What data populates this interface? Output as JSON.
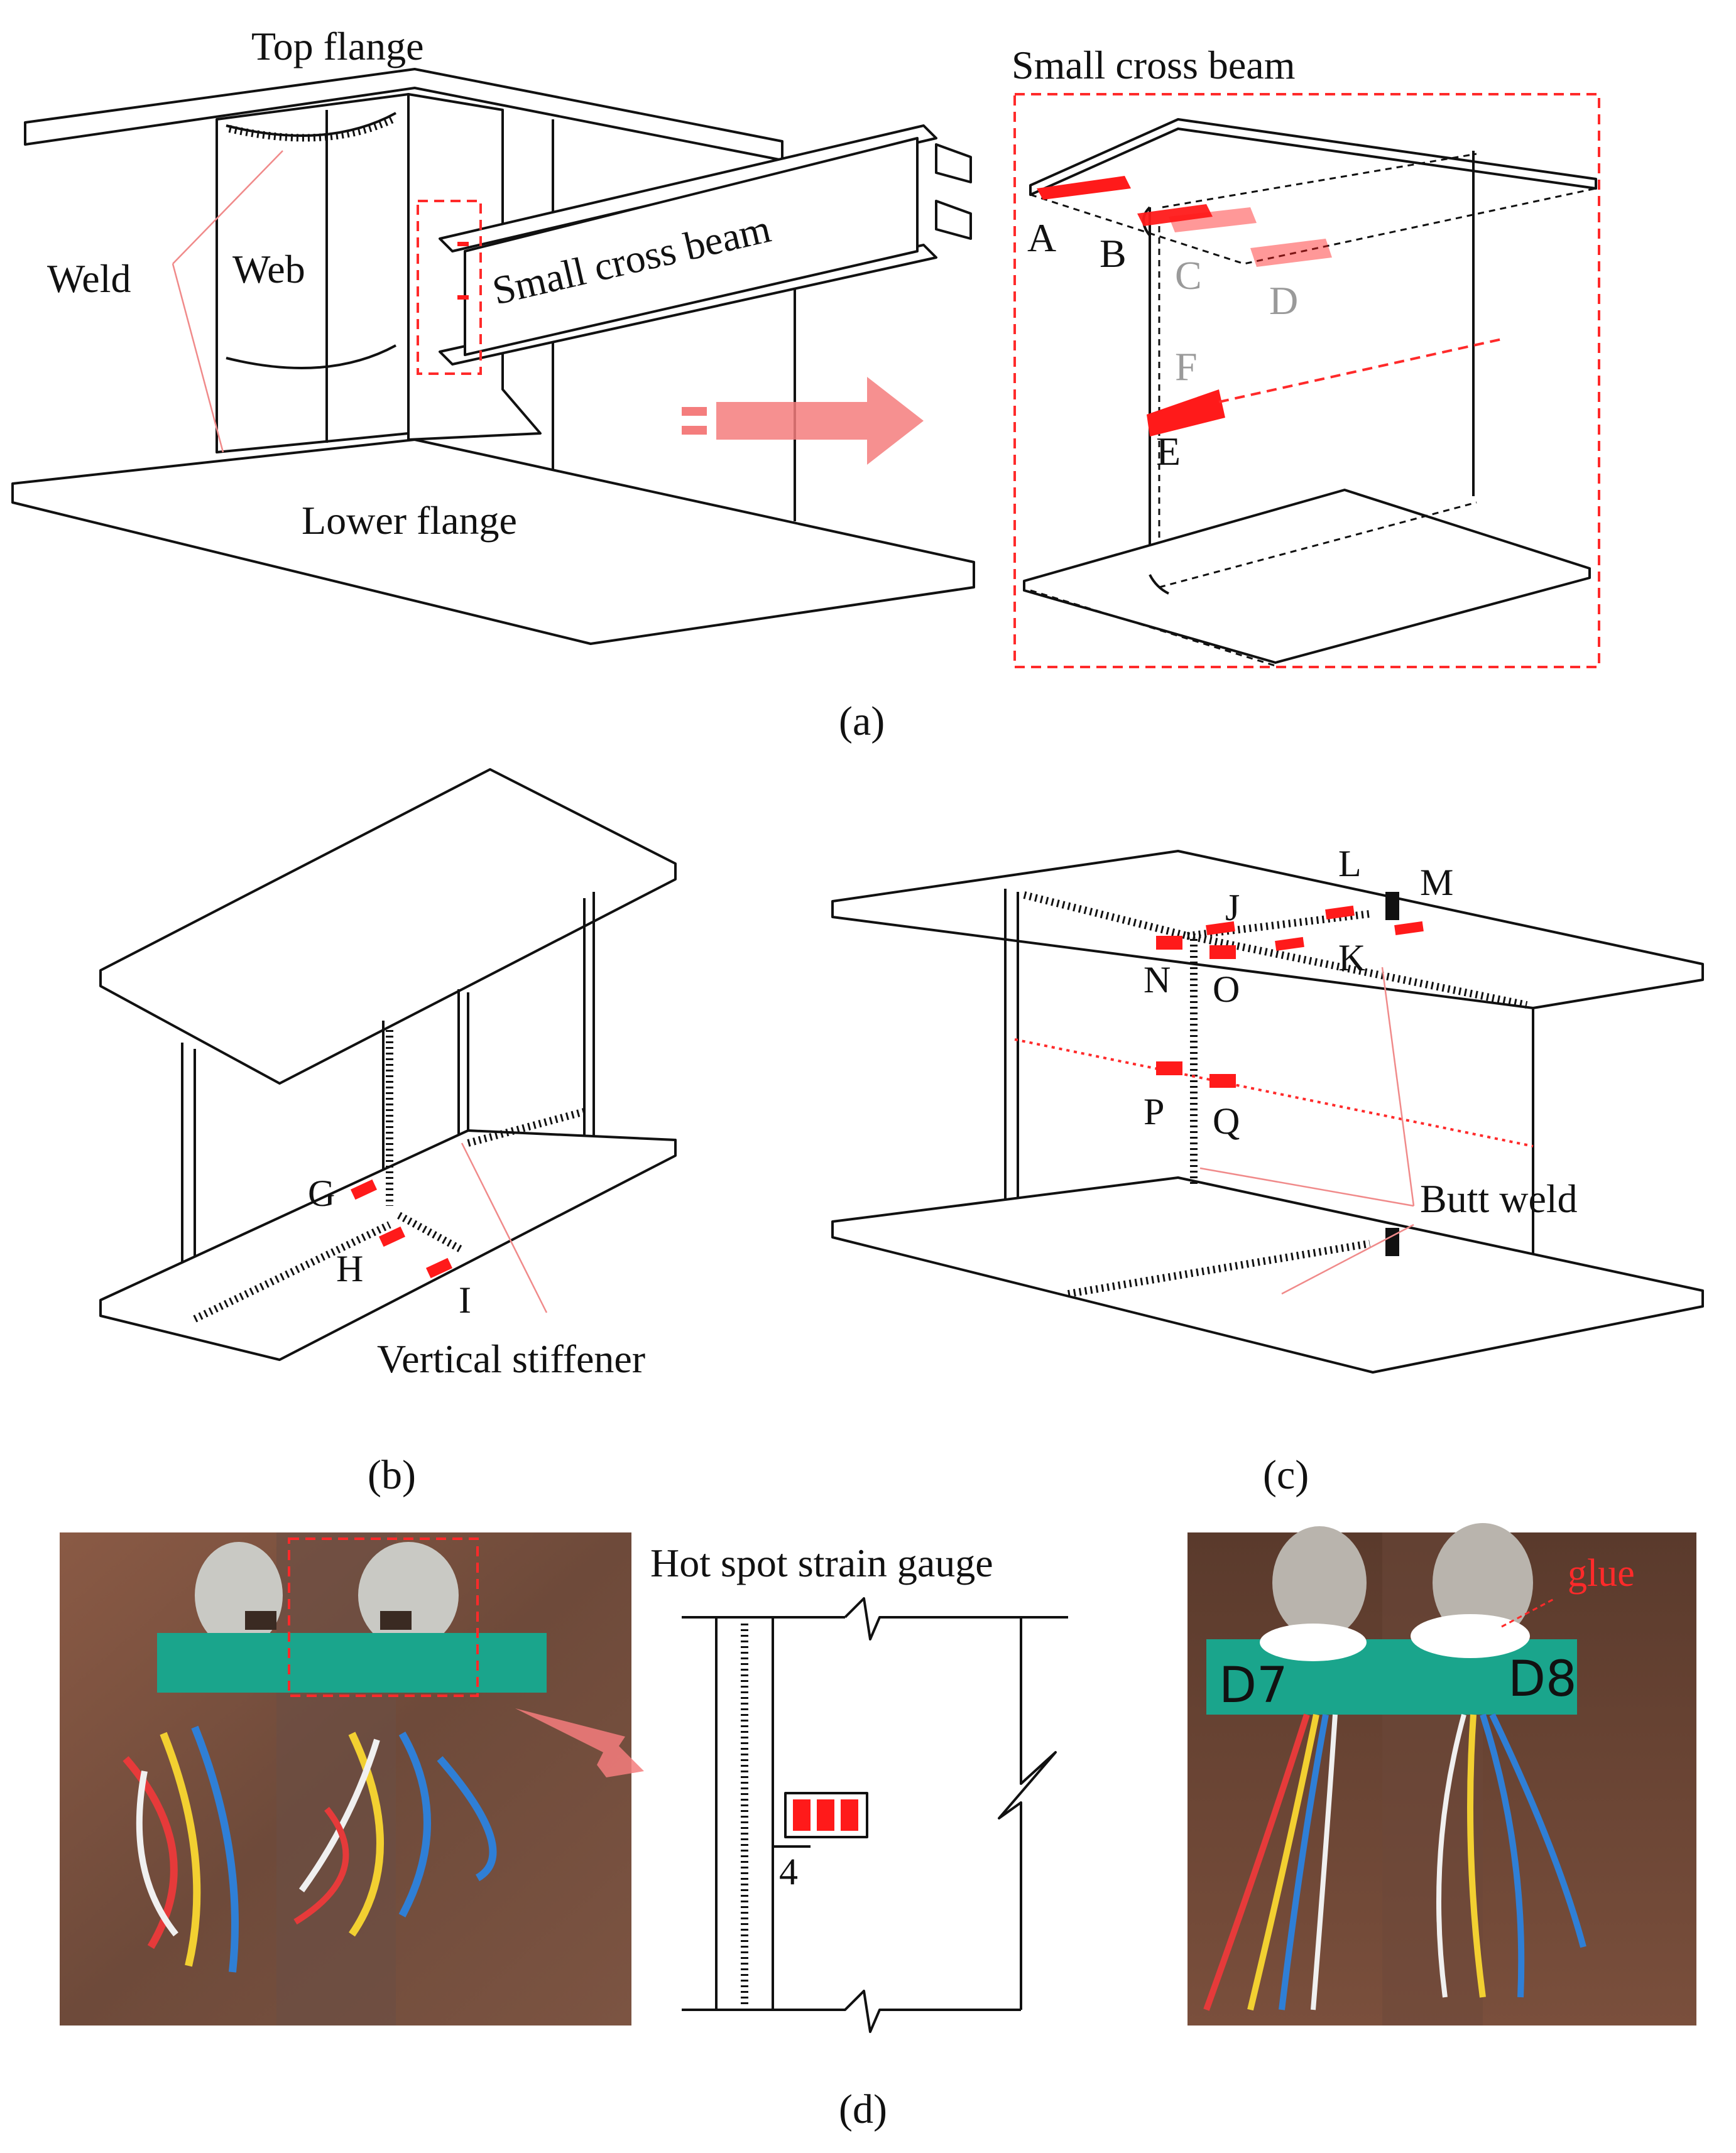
{
  "panel_a": {
    "caption": "(a)",
    "labels": {
      "top_flange": "Top flange",
      "weld": "Weld",
      "web": "Web",
      "small_cross_beam": "Small cross beam",
      "lower_flange": "Lower flange",
      "detail_title": "Small cross beam"
    },
    "points": [
      "A",
      "B",
      "C",
      "D",
      "E",
      "F"
    ]
  },
  "panel_b": {
    "caption": "(b)",
    "labels": {
      "vertical_stiffener": "Vertical stiffener"
    },
    "points": [
      "G",
      "H",
      "I"
    ]
  },
  "panel_c": {
    "caption": "(c)",
    "labels": {
      "butt_weld": "Butt weld"
    },
    "points": [
      "J",
      "K",
      "L",
      "M",
      "N",
      "O",
      "P",
      "Q"
    ]
  },
  "panel_d": {
    "caption": "(d)",
    "labels": {
      "hot_spot": "Hot spot strain gauge",
      "dimension": "4",
      "glue": "glue",
      "tag_left": "D7",
      "tag_right": "D8"
    }
  },
  "colors": {
    "measure_point": "#ff1a1a",
    "callout": "#ff2a2a",
    "arrow": "#f47d7d",
    "tape": "#1aa58c"
  }
}
